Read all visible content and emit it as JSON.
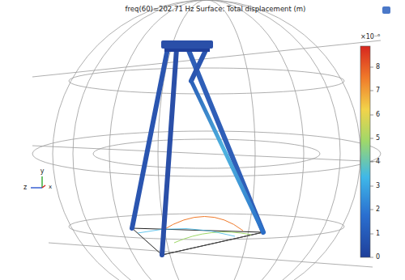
{
  "diagram": {
    "title": "freq(60)=202.71 Hz  Surface: Total displacement (m)",
    "labels": [
      "×10⁻⁶",
      "8",
      "7",
      "6",
      "5",
      "4",
      "3",
      "2",
      "1",
      "0",
      "y",
      "z",
      "x"
    ]
  }
}
